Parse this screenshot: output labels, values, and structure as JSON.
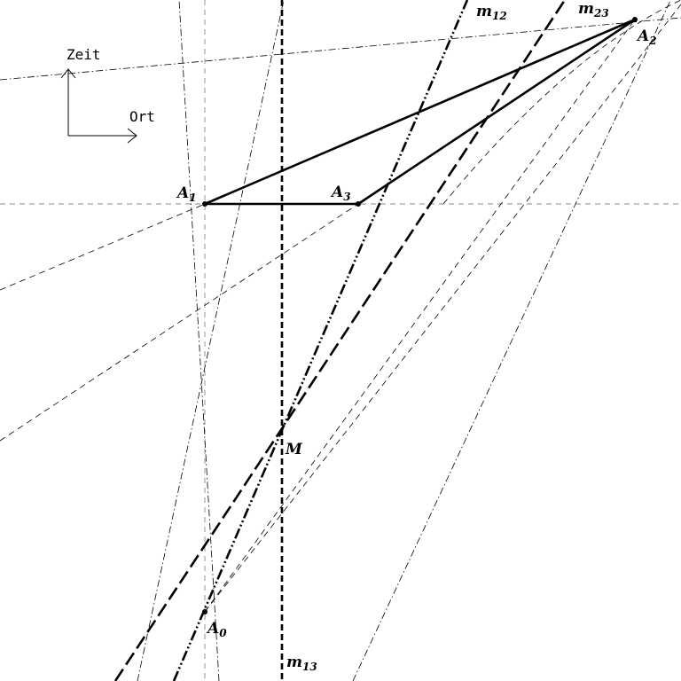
{
  "axes": {
    "time_label": "Zeit",
    "place_label": "Ort"
  },
  "points": {
    "a0": {
      "base": "A",
      "sub": "0"
    },
    "a1": {
      "base": "A",
      "sub": "1"
    },
    "a2": {
      "base": "A",
      "sub": "2"
    },
    "a3": {
      "base": "A",
      "sub": "3"
    },
    "m": {
      "base": "M",
      "sub": ""
    }
  },
  "lines": {
    "m12": {
      "base": "m",
      "sub": "12"
    },
    "m13": {
      "base": "m",
      "sub": "13"
    },
    "m23": {
      "base": "m",
      "sub": "23"
    }
  },
  "colors": {
    "ink": "#000000",
    "background": "#ffffff",
    "guide": "#777777"
  }
}
